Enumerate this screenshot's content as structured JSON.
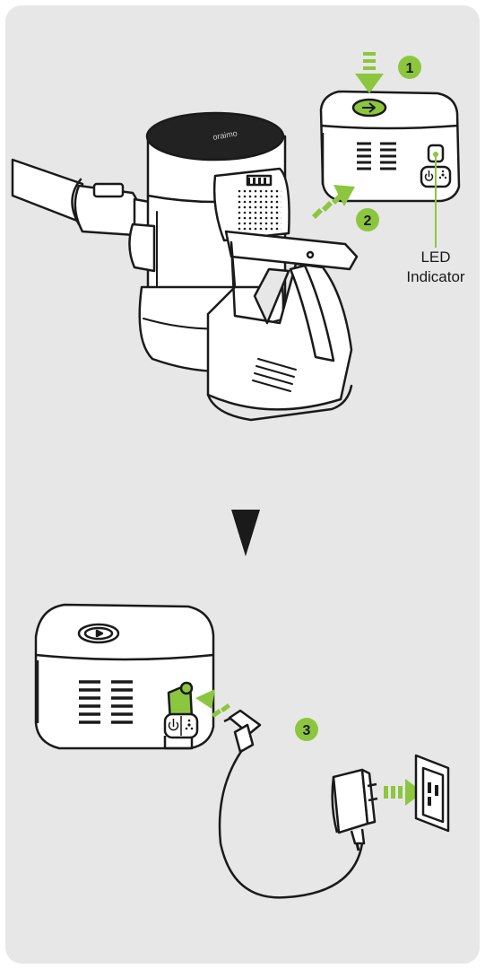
{
  "steps": [
    {
      "number": "1"
    },
    {
      "number": "2"
    },
    {
      "number": "3"
    }
  ],
  "labels": {
    "led_line1": "LED",
    "led_line2": "Indicator"
  },
  "device": {
    "brand_text": "oraimo"
  },
  "colors": {
    "accent_green": "#8cc63f",
    "line": "#1a1a1a",
    "panel_bg": "#e7e7e7",
    "device_fill": "#ffffff",
    "cap_dark": "#222222"
  },
  "icons": [
    "power-icon",
    "fan-icon",
    "arrow-down-icon",
    "plug-icon",
    "wall-outlet-icon"
  ]
}
